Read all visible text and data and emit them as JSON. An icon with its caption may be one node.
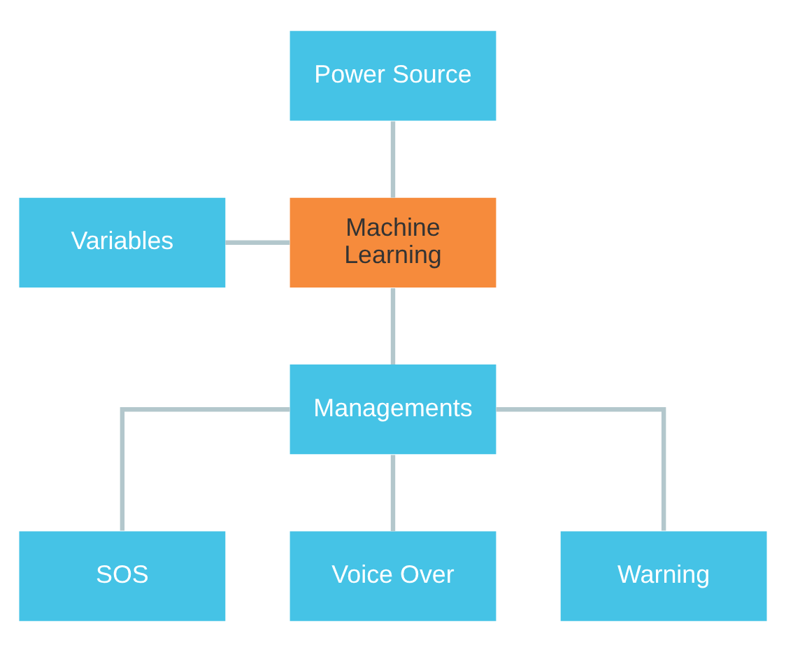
{
  "diagram": {
    "nodes": [
      {
        "text": [
          "Power Source"
        ]
      },
      {
        "text": [
          "Variables"
        ]
      },
      {
        "text": [
          "Machine Learning"
        ]
      },
      {
        "text": [
          "Managements"
        ]
      },
      {
        "text": [
          "SOS"
        ]
      },
      {
        "text": [
          "Voice Over"
        ]
      },
      {
        "text": [
          "Warning"
        ]
      }
    ],
    "edges": [
      {
        "from": 0,
        "to": 2,
        "arrow": "none"
      },
      {
        "from": 1,
        "to": 2,
        "arrow": "none"
      },
      {
        "from": 2,
        "to": 3,
        "arrow": "none"
      },
      {
        "from": 3,
        "to": 4,
        "arrow": "none"
      },
      {
        "from": 3,
        "to": 5,
        "arrow": "none"
      },
      {
        "from": 3,
        "to": 6,
        "arrow": "none"
      }
    ]
  }
}
